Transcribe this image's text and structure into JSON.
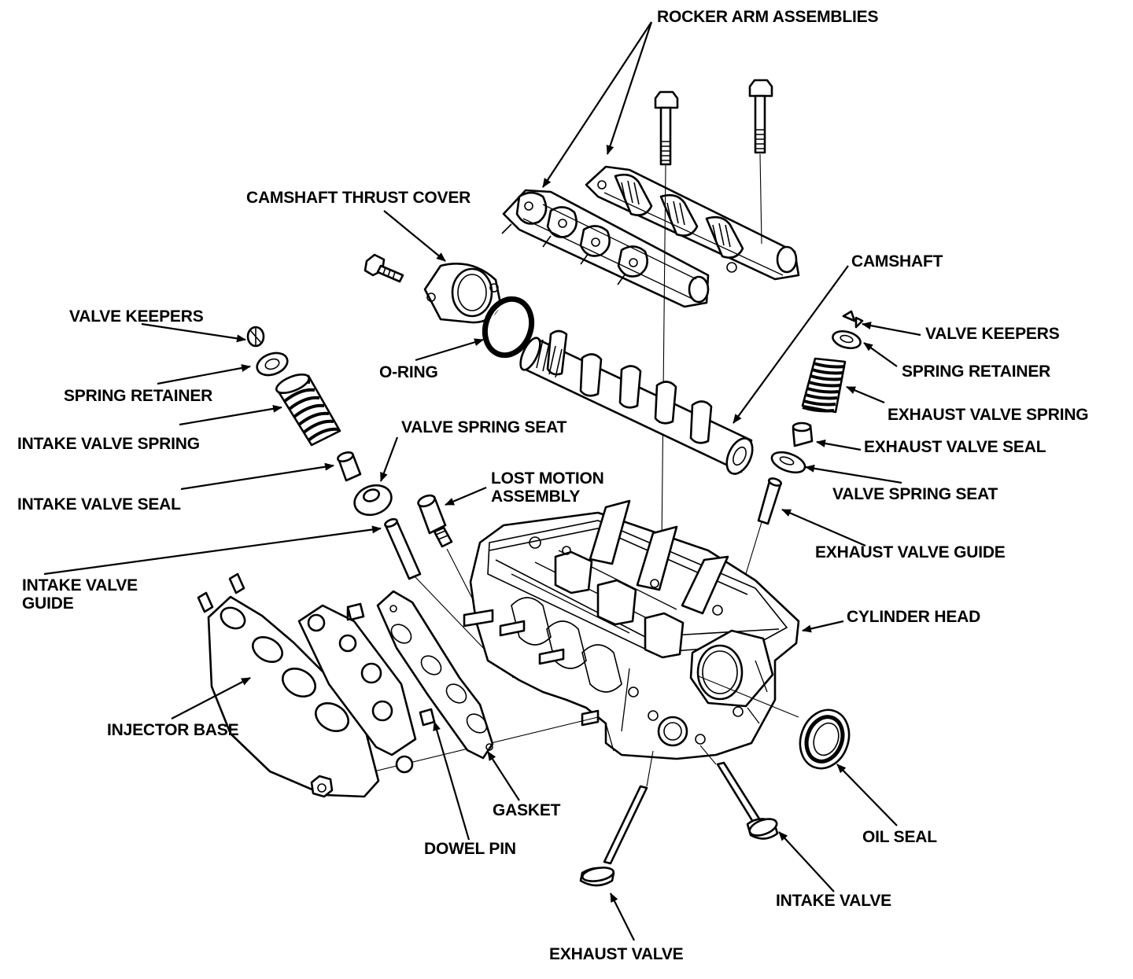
{
  "labels": {
    "rocker_arm_assemblies": "ROCKER ARM ASSEMBLIES",
    "camshaft_thrust_cover": "CAMSHAFT THRUST COVER",
    "camshaft": "CAMSHAFT",
    "valve_keepers_left": "VALVE KEEPERS",
    "spring_retainer_left": "SPRING RETAINER",
    "intake_valve_spring": "INTAKE VALVE SPRING",
    "o_ring": "O-RING",
    "valve_spring_seat_left": "VALVE SPRING SEAT",
    "intake_valve_seal": "INTAKE VALVE SEAL",
    "lost_motion_assembly": "LOST MOTION\nASSEMBLY",
    "intake_valve_guide": "INTAKE VALVE\nGUIDE",
    "valve_keepers_right": "VALVE KEEPERS",
    "spring_retainer_right": "SPRING RETAINER",
    "exhaust_valve_spring": "EXHAUST VALVE SPRING",
    "exhaust_valve_seal": "EXHAUST VALVE SEAL",
    "valve_spring_seat_right": "VALVE SPRING SEAT",
    "exhaust_valve_guide": "EXHAUST VALVE GUIDE",
    "cylinder_head": "CYLINDER HEAD",
    "injector_base": "INJECTOR BASE",
    "gasket": "GASKET",
    "dowel_pin": "DOWEL PIN",
    "oil_seal": "OIL SEAL",
    "intake_valve": "INTAKE VALVE",
    "exhaust_valve": "EXHAUST VALVE"
  }
}
